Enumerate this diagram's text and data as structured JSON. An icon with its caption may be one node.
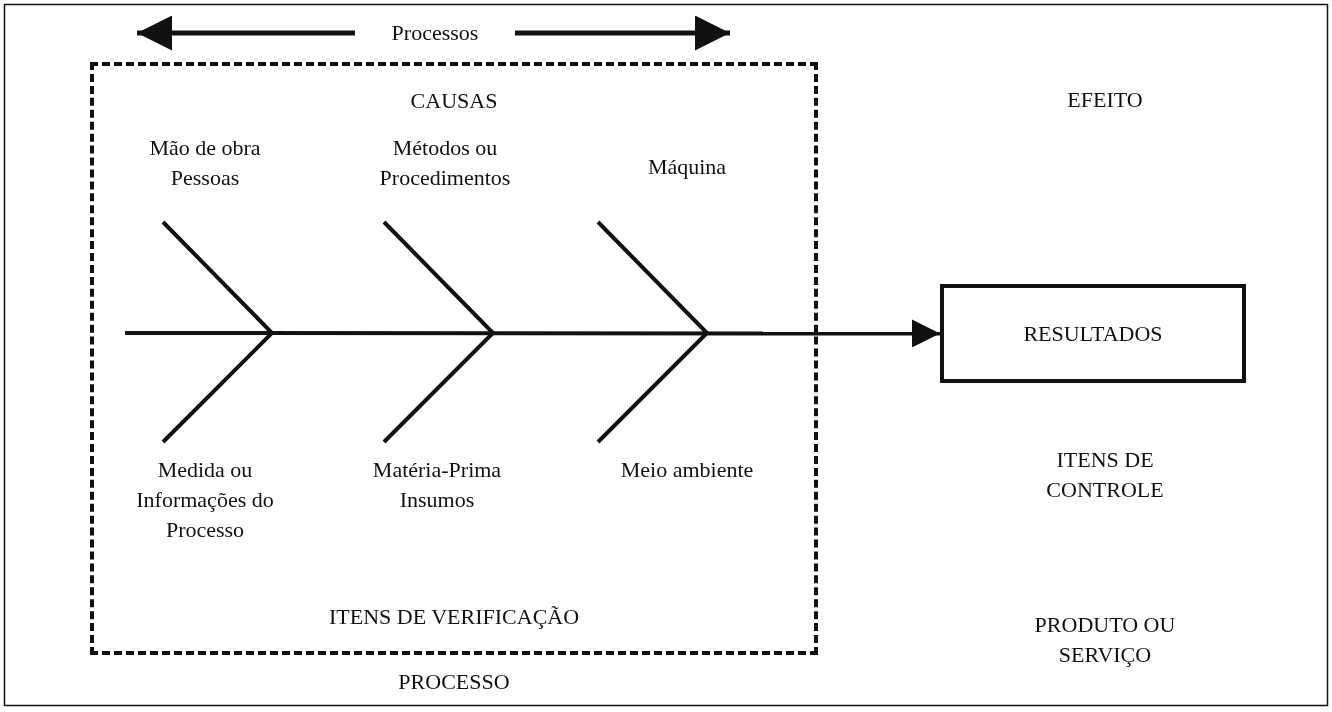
{
  "diagram": {
    "nodes": [
      {
        "text": [
          "CAUSAS",
          "ITENS DE VERIFICAÇÃO"
        ],
        "beside": [
          "PROCESSO"
        ]
      },
      {
        "text": [
          "RESULTADOS"
        ]
      }
    ],
    "edges": [
      {
        "from": 0,
        "to": 1,
        "arrow": "to"
      }
    ],
    "labels": [
      "Processos",
      "EFEITO",
      "Mão de obra Pessoas",
      "Métodos ou Procedimentos",
      "Máquina",
      "Medida ou Informações do Processo",
      "Matéria-Prima Insumos",
      "Meio ambiente",
      "ITENS DE CONTROLE",
      "PRODUTO OU SERVIÇO"
    ]
  }
}
